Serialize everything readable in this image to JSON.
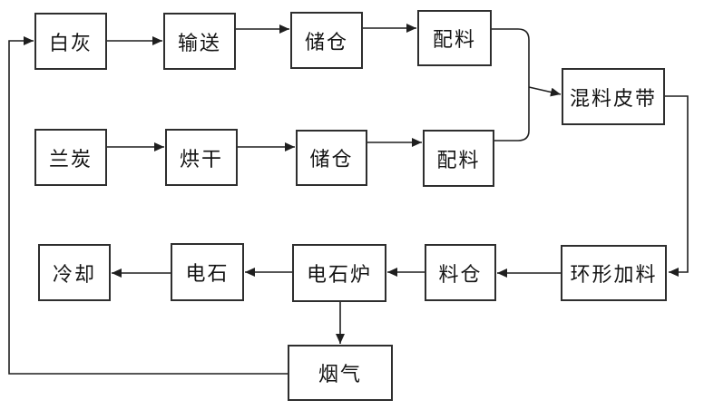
{
  "diagram": {
    "background_color": "#ffffff",
    "line_color": "#1f1f1f",
    "box_border_color": "#2e2e2e",
    "nodes": [
      {
        "id": "white-lime",
        "label": "白灰"
      },
      {
        "id": "conveying",
        "label": "输送"
      },
      {
        "id": "storage-bin-1",
        "label": "储仓"
      },
      {
        "id": "batching-1",
        "label": "配料"
      },
      {
        "id": "mixing-belt",
        "label": "混料皮带"
      },
      {
        "id": "semi-coke",
        "label": "兰炭"
      },
      {
        "id": "drying",
        "label": "烘干"
      },
      {
        "id": "storage-bin-2",
        "label": "储仓"
      },
      {
        "id": "batching-2",
        "label": "配料"
      },
      {
        "id": "ring-feeder",
        "label": "环形加料"
      },
      {
        "id": "material-bin",
        "label": "料仓"
      },
      {
        "id": "carbide-furnace",
        "label": "电石炉"
      },
      {
        "id": "calcium-carbide",
        "label": "电石"
      },
      {
        "id": "cooling",
        "label": "冷却"
      },
      {
        "id": "flue-gas",
        "label": "烟气"
      }
    ],
    "edges": [
      {
        "from": "white-lime",
        "to": "conveying"
      },
      {
        "from": "conveying",
        "to": "storage-bin-1"
      },
      {
        "from": "storage-bin-1",
        "to": "batching-1"
      },
      {
        "from": "batching-1",
        "to": "mixing-belt"
      },
      {
        "from": "semi-coke",
        "to": "drying"
      },
      {
        "from": "drying",
        "to": "storage-bin-2"
      },
      {
        "from": "storage-bin-2",
        "to": "batching-2"
      },
      {
        "from": "batching-2",
        "to": "mixing-belt"
      },
      {
        "from": "mixing-belt",
        "to": "ring-feeder"
      },
      {
        "from": "ring-feeder",
        "to": "material-bin"
      },
      {
        "from": "material-bin",
        "to": "carbide-furnace"
      },
      {
        "from": "carbide-furnace",
        "to": "calcium-carbide"
      },
      {
        "from": "calcium-carbide",
        "to": "cooling"
      },
      {
        "from": "carbide-furnace",
        "to": "flue-gas"
      },
      {
        "from": "flue-gas",
        "to": "white-lime"
      }
    ]
  }
}
